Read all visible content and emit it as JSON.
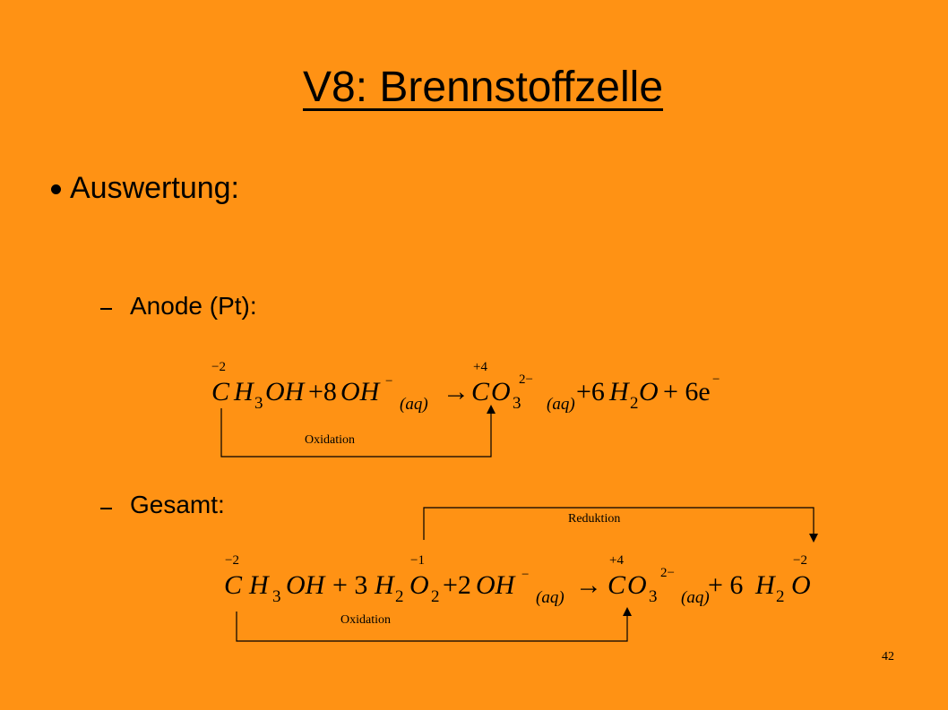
{
  "slide": {
    "title": "V8: Brennstoffzelle",
    "bullet": "Auswertung:",
    "sub1": "Anode (Pt):",
    "sub2": "Gesamt:",
    "page_number": "42"
  },
  "eq1": {
    "ox_c1": "−2",
    "ox_c2": "+4",
    "label_oxidation": "Oxidation",
    "t": {
      "C": "C",
      "H": "H",
      "n3": "3",
      "OH": "OH",
      "plus8": "+8",
      "OH2": "OH",
      "minus": "−",
      "aq": "(aq)",
      "arrow": "→",
      "C2": "C",
      "O": "O",
      "n3b": "3",
      "charge2": "2−",
      "aq2": "(aq)",
      "plus6": "+6",
      "H2": "H",
      "n2": "2",
      "O2": "O",
      "plus6e": "+ 6e",
      "minus2": "−"
    }
  },
  "eq2": {
    "ox_c1": "−2",
    "ox_o": "−1",
    "ox_c2": "+4",
    "ox_o2": "−2",
    "label_oxidation": "Oxidation",
    "label_reduktion": "Reduktion",
    "t": {
      "C": "C",
      "H": "H",
      "n3": "3",
      "OH": "OH",
      "plus3": "+ 3",
      "H2": "H",
      "n2": "2",
      "O": "O",
      "n2b": "2",
      "plus2": "+2",
      "OH2": "OH",
      "minus": "−",
      "aq": "(aq)",
      "arrow": "→",
      "C2": "C",
      "O2": "O",
      "n3b": "3",
      "charge2": "2−",
      "aq2": "(aq)",
      "plus6": "+ 6",
      "H3": "H",
      "n2c": "2",
      "O3": "O"
    }
  }
}
